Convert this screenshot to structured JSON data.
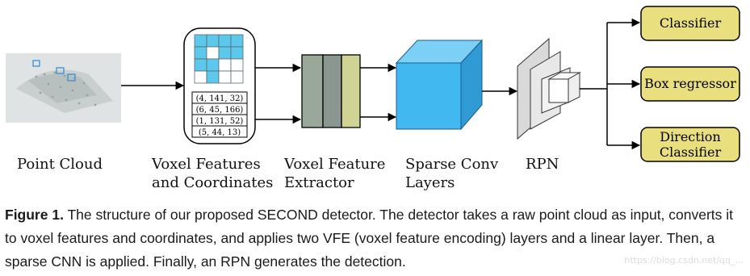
{
  "stages": [
    {
      "label": "Point Cloud",
      "line2": ""
    },
    {
      "label": "Voxel Features",
      "line2": "and Coordinates"
    },
    {
      "label": "Voxel Feature",
      "line2": "Extractor"
    },
    {
      "label": "Sparse Conv",
      "line2": "Layers"
    },
    {
      "label": "RPN",
      "line2": ""
    }
  ],
  "coordinates": [
    "(4, 141, 32)",
    "(6, 45, 166)",
    "(1, 131, 52)",
    "(5, 44, 13)"
  ],
  "heads": [
    {
      "line1": "Classifier",
      "line2": ""
    },
    {
      "line1": "Box regressor",
      "line2": ""
    },
    {
      "line1": "Direction",
      "line2": "Classifier"
    }
  ],
  "caption": {
    "label": "Figure 1.",
    "text": "The structure of our proposed SECOND detector. The detector takes a raw point cloud as input, converts it to voxel features and coordinates, and applies two VFE (voxel feature encoding) layers and a linear layer. Then, a sparse CNN is applied. Finally, an RPN generates the detection."
  },
  "watermark": "https://blog.csdn.net/qq_...",
  "colors": {
    "grid_cell": "#5bc8ec",
    "vfe_1": "#9aa89a",
    "vfe_2": "#8a9690",
    "vfe_3": "#cfd494",
    "cube_front": "#41b8f0",
    "cube_top": "#7dd0f5",
    "cube_side": "#2f9ad4",
    "head_fill": "#e9df7e"
  }
}
